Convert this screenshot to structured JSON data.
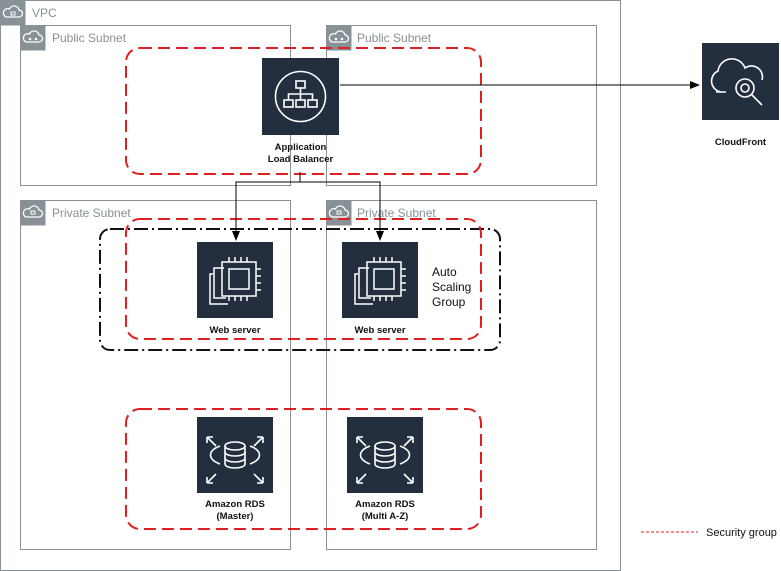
{
  "vpc": {
    "label": "VPC"
  },
  "subnets": {
    "public_1": "Public Subnet",
    "public_2": "Public Subnet",
    "private_1": "Private Subnet",
    "private_2": "Private Subnet"
  },
  "alb": {
    "line1": "Application",
    "line2": "Load Balancer",
    "icon": "load-balancer-icon"
  },
  "cloudfront": {
    "label": "CloudFront",
    "icon": "cloudfront-icon"
  },
  "web_servers": [
    {
      "label": "Web server",
      "icon": "ec2-instance-icon"
    },
    {
      "label": "Web server",
      "icon": "ec2-instance-icon"
    }
  ],
  "auto_scaling": {
    "line1": "Auto",
    "line2": "Scaling",
    "line3": "Group"
  },
  "rds": [
    {
      "line1": "Amazon RDS",
      "line2": "(Master)",
      "icon": "rds-icon"
    },
    {
      "line1": "Amazon RDS",
      "line2": "(Multi A-Z)",
      "icon": "rds-icon"
    }
  ],
  "legend": {
    "security_group": "Security group"
  },
  "colors": {
    "container_border": "#879196",
    "icon_bg": "#232f3e",
    "security_group": "#e02020",
    "auto_scaling_border": "#111111",
    "arrow": "#000000"
  }
}
